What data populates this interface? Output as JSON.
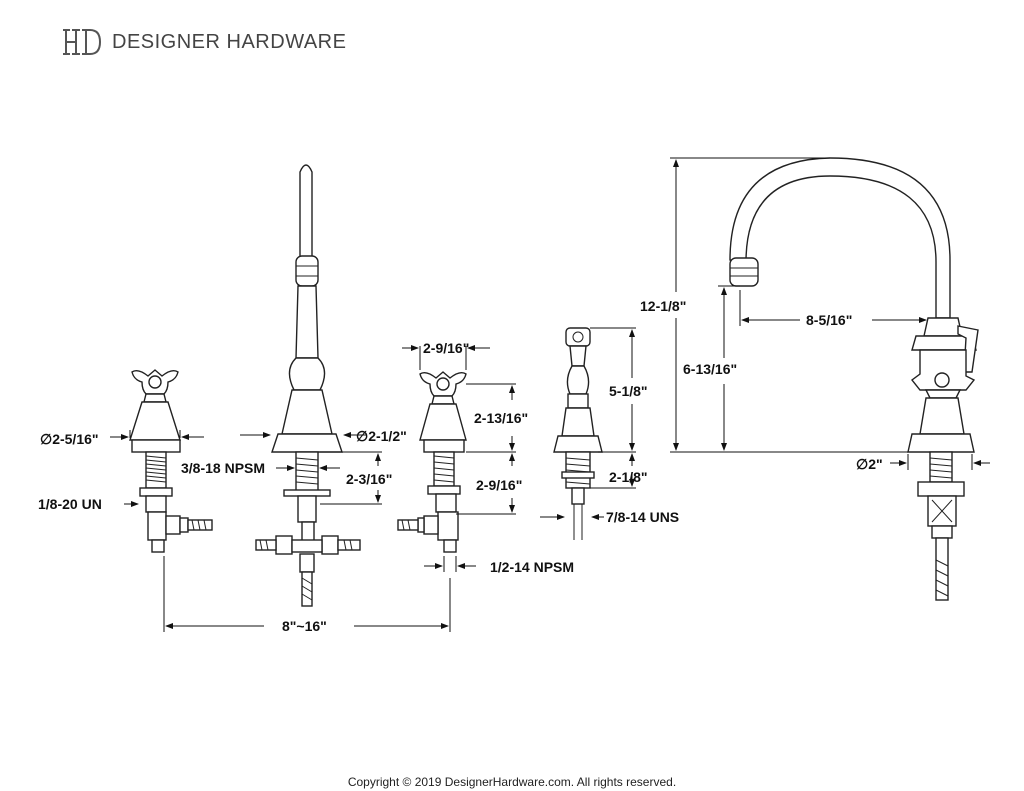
{
  "brand": {
    "name": "DESIGNER HARDWARE",
    "monogram": "HD"
  },
  "dimensions": {
    "handle_escutcheon_dia": "∅2-5/16\"",
    "spout_escutcheon_dia": "∅2-1/2\"",
    "handle_top_width": "2-9/16\"",
    "handle_height": "2-13/16\"",
    "handle_shank_length": "2-9/16\"",
    "spout_thread": "3/8-18 NPSM",
    "spout_shank_length": "2-3/16\"",
    "handle_outlet_thread": "1/8-20 UN",
    "inlet_thread": "1/2-14 NPSM",
    "center_spread": "8\"~16\"",
    "sprayer_height": "5-1/8\"",
    "sprayer_shank_length": "2-1/8\"",
    "sprayer_thread": "7/8-14 UNS",
    "total_height": "12-1/8\"",
    "spout_reach": "8-5/16\"",
    "spout_outlet_height": "6-13/16\"",
    "base_dia": "∅2\""
  },
  "footer": {
    "copyright": "Copyright © 2019 DesignerHardware.com. All rights reserved."
  }
}
